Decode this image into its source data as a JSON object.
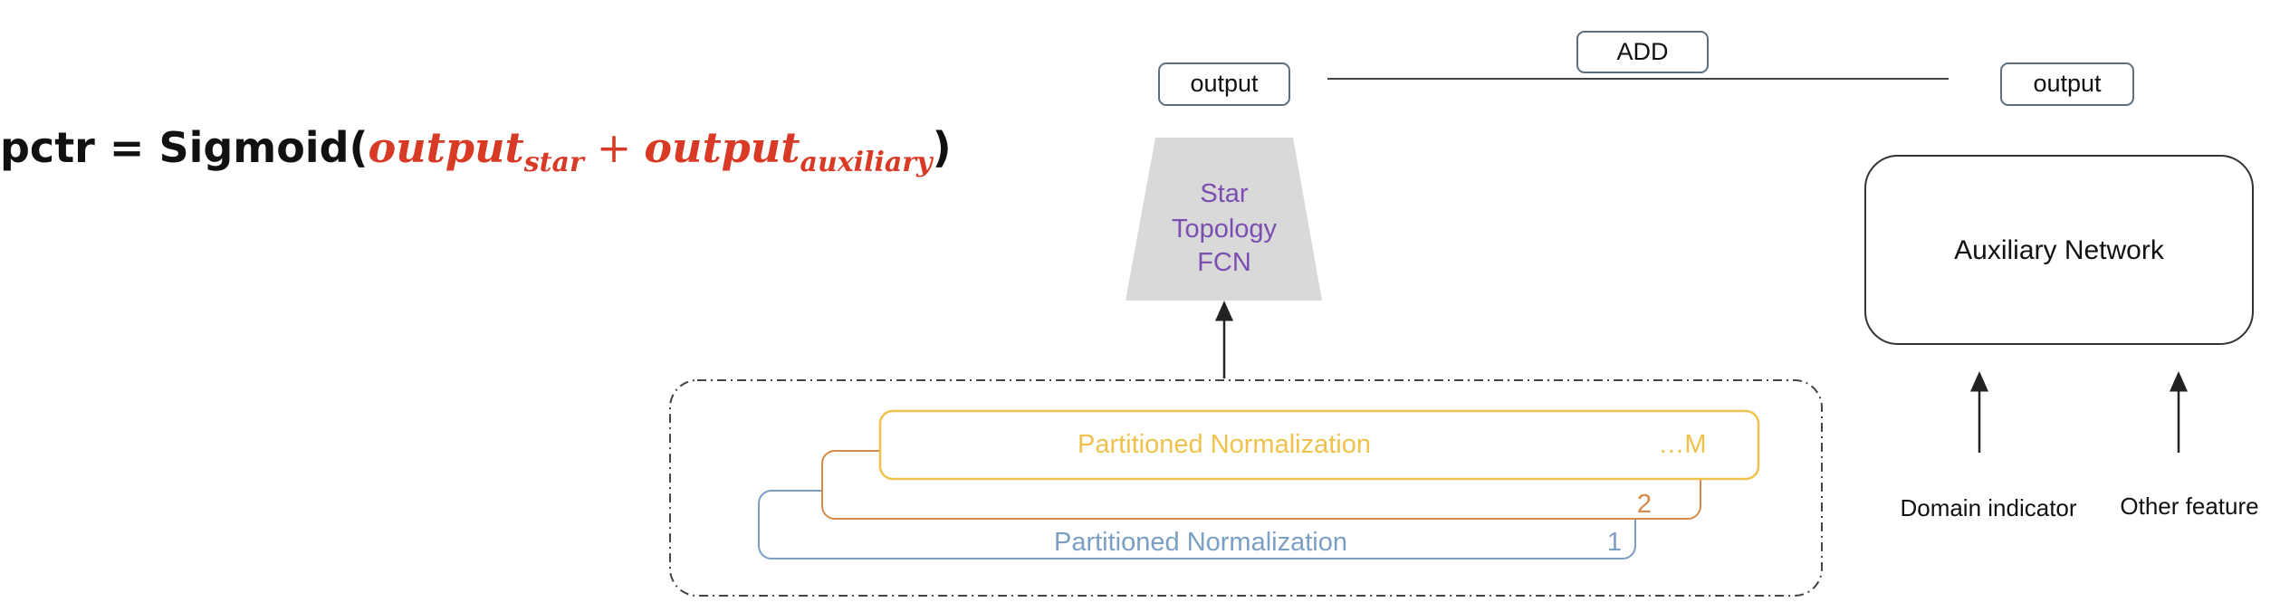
{
  "formula": {
    "prefix": "pctr = Sigmoid(",
    "term1_main": "output",
    "term1_sub": "star",
    "plus": "+",
    "term2_main": "output",
    "term2_sub": "auxiliary",
    "suffix": ")"
  },
  "star": {
    "output_label": "output",
    "fcn_line1": "Star",
    "fcn_line2": "Topology",
    "fcn_line3": "FCN"
  },
  "add_label": "ADD",
  "auxiliary": {
    "output_label": "output",
    "network_label": "Auxiliary Network",
    "input_domain": "Domain indicator",
    "input_other": "Other feature"
  },
  "partitions": {
    "top_label": "Partitioned Normalization",
    "top_index": "…M",
    "middle_index": "2",
    "bottom_label": "Partitioned Normalization",
    "bottom_index": "1"
  },
  "colors": {
    "fcn_text": "#7b4fb0",
    "fcn_fill": "#d9d9d9",
    "partition_top": "#f0c24b",
    "partition_middle": "#d68a4a",
    "partition_bottom": "#7a9ec4",
    "formula_red": "#d93a25"
  }
}
